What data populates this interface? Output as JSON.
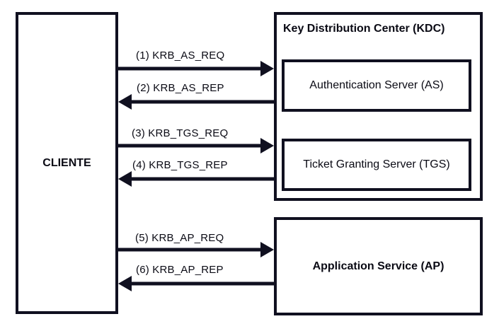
{
  "client": {
    "label": "CLIENTE"
  },
  "kdc": {
    "title": "Key Distribution Center (KDC)",
    "as_label": "Authentication Server (AS)",
    "tgs_label": "Ticket Granting Server (TGS)"
  },
  "ap": {
    "label": "Application Service (AP)"
  },
  "messages": [
    {
      "label": "(1) KRB_AS_REQ",
      "direction": "to-server"
    },
    {
      "label": "(2) KRB_AS_REP",
      "direction": "to-client"
    },
    {
      "label": "(3) KRB_TGS_REQ",
      "direction": "to-server"
    },
    {
      "label": "(4) KRB_TGS_REP",
      "direction": "to-client"
    },
    {
      "label": "(5) KRB_AP_REQ",
      "direction": "to-server"
    },
    {
      "label": "(6) KRB_AP_REP",
      "direction": "to-client"
    }
  ],
  "colors": {
    "stroke": "#101020"
  }
}
